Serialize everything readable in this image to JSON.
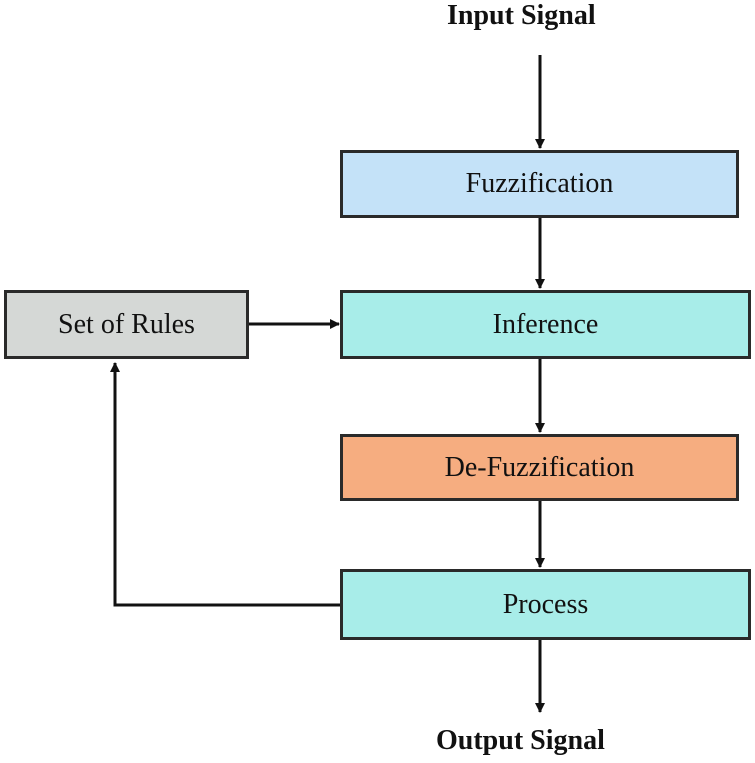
{
  "diagram": {
    "input_label": "Input Signal",
    "output_label": "Output Signal",
    "nodes": {
      "fuzzification": {
        "label": "Fuzzification",
        "color": "#c4e2f8"
      },
      "inference": {
        "label": "Inference",
        "color": "#a8ede9"
      },
      "defuzzification": {
        "label": "De-Fuzzification",
        "color": "#f6ad80"
      },
      "process": {
        "label": "Process",
        "color": "#a8ede9"
      },
      "rules": {
        "label": "Set of Rules",
        "color": "#d5d8d6"
      }
    },
    "edges": [
      {
        "from": "Input Signal",
        "to": "Fuzzification"
      },
      {
        "from": "Fuzzification",
        "to": "Inference"
      },
      {
        "from": "Set of Rules",
        "to": "Inference"
      },
      {
        "from": "Inference",
        "to": "De-Fuzzification"
      },
      {
        "from": "De-Fuzzification",
        "to": "Process"
      },
      {
        "from": "Process",
        "to": "Output Signal"
      },
      {
        "from": "Process",
        "to": "Set of Rules"
      }
    ]
  }
}
